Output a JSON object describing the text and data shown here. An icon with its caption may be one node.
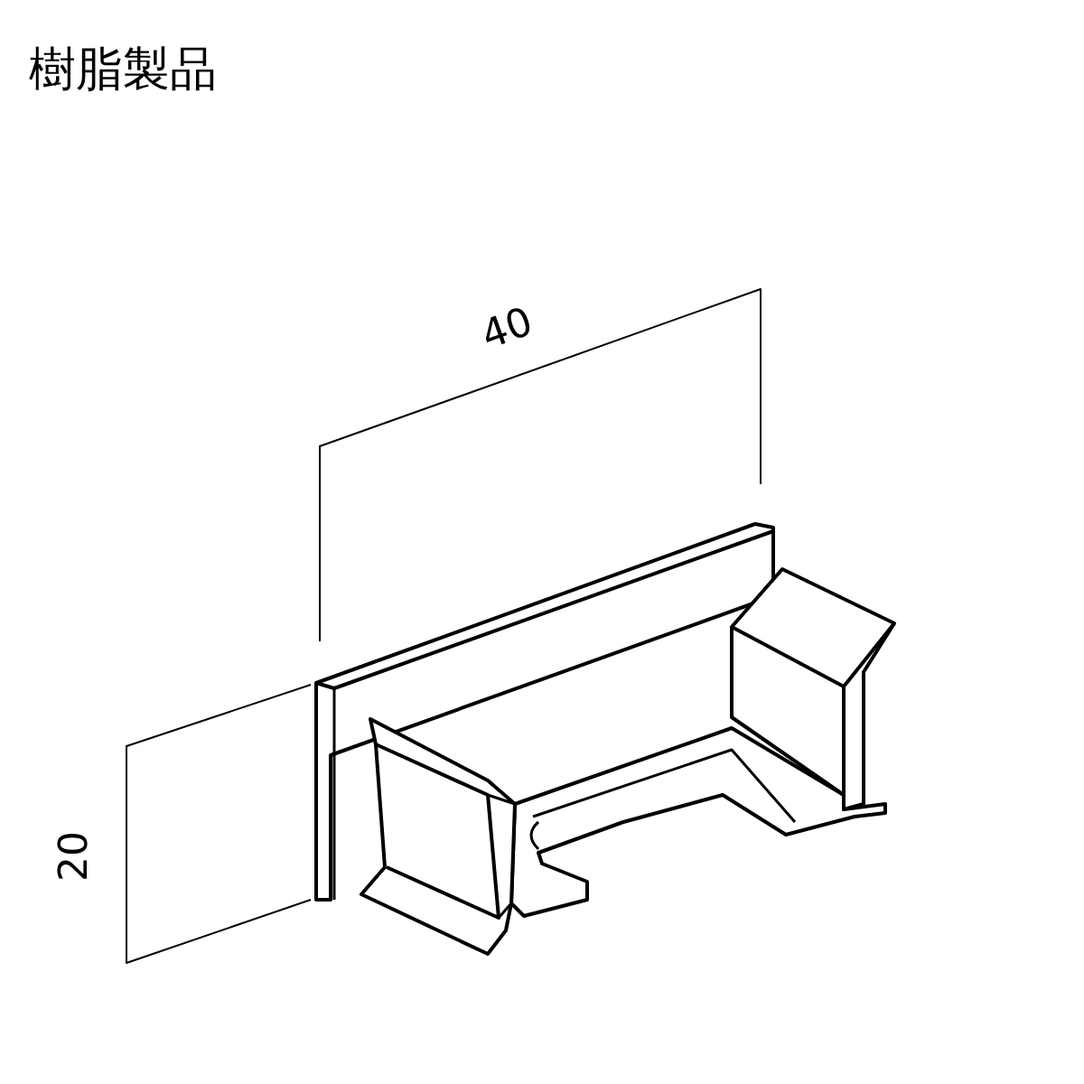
{
  "diagram": {
    "title": "樹脂製品",
    "labels": [
      "40",
      "20"
    ]
  }
}
